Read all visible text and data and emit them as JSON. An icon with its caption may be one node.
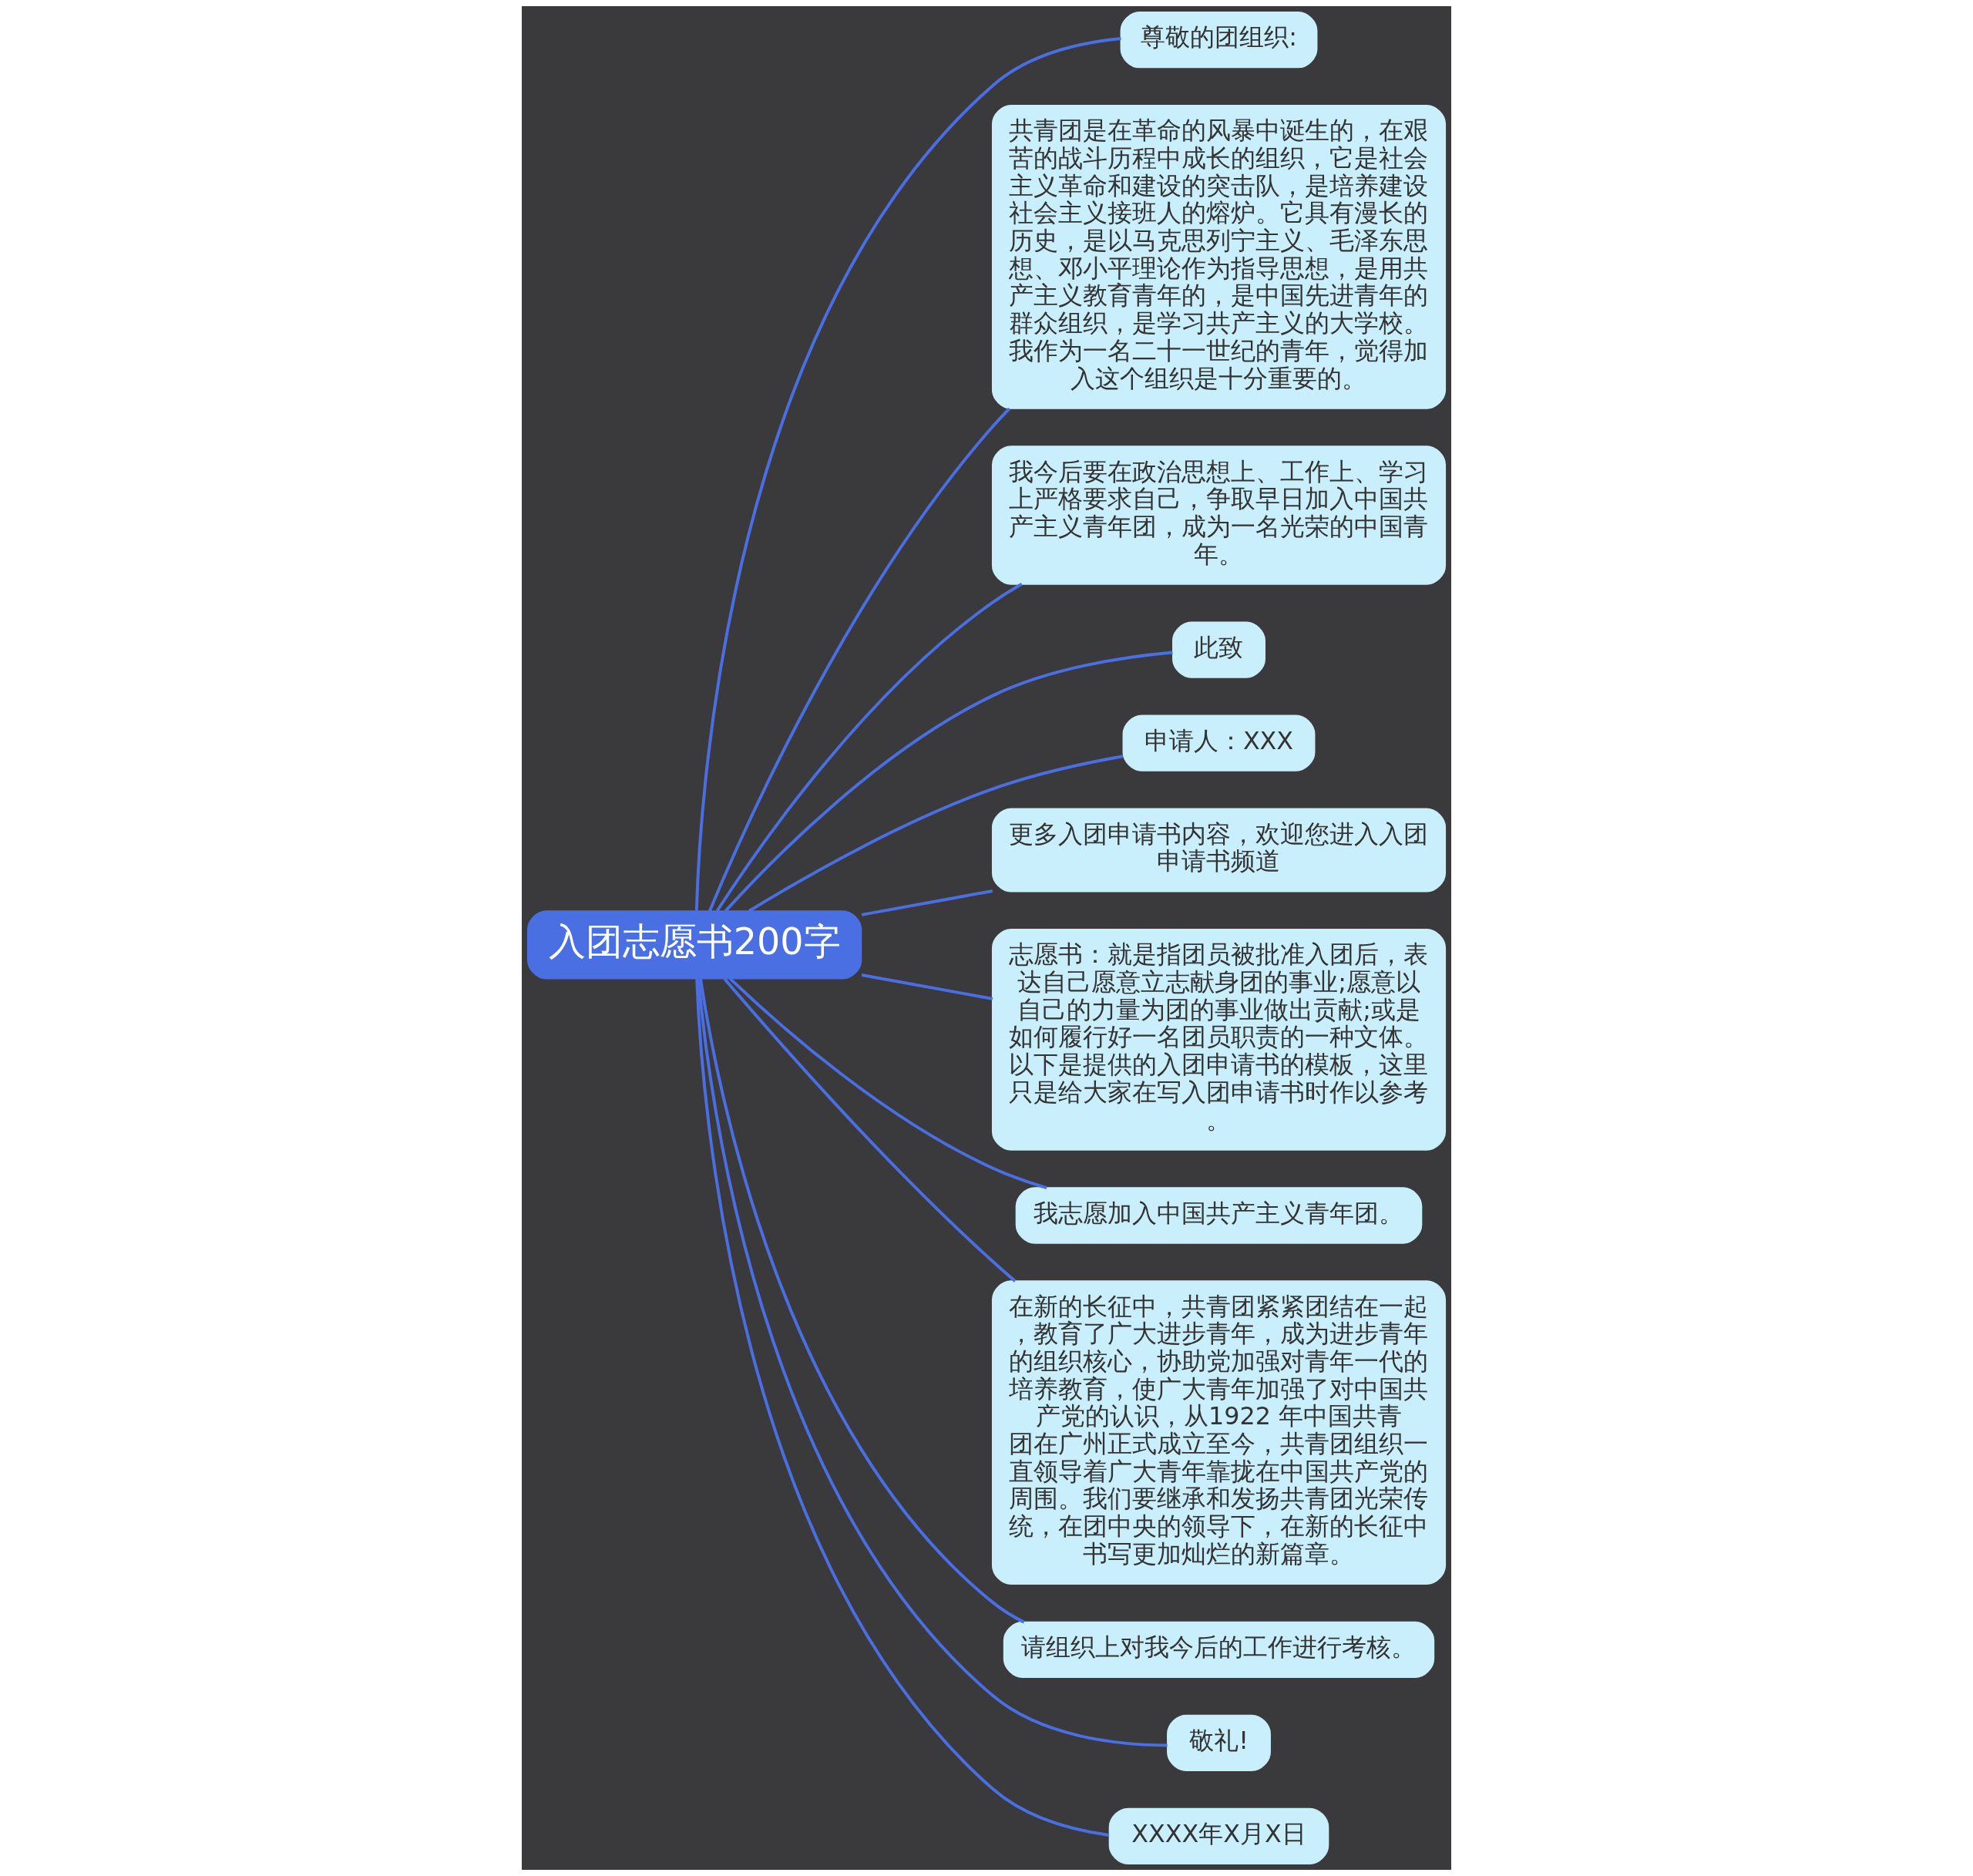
{
  "diagram": {
    "nodes": [
      {
        "text": [
          "入团志愿书200字"
        ]
      },
      {
        "text": [
          "尊敬的团组织:"
        ]
      },
      {
        "text": [
          "共青团是在革命的风暴中诞生的，在艰苦的战斗历程中成长的组织，它是社会主义革命和建设的突击队，是培养建设社会主义接班人的熔炉。它具有漫长的历史，是以马克思列宁主义、毛泽东思想、邓小平理论作为指导思想，是用共产主义教育青年的，是中国先进青年的群众组织，是学习共产主义的大学校。我作为一名二十一世纪的青年，觉得加入这个组织是十分重要的。"
        ]
      },
      {
        "text": [
          "我今后要在政治思想上、工作上、学习上严格要求自己，争取早日加入中国共产主义青年团，成为一名光荣的中国青年。"
        ]
      },
      {
        "text": [
          "此致"
        ]
      },
      {
        "text": [
          "申请人：XXX"
        ]
      },
      {
        "text": [
          "更多入团申请书内容，欢迎您进入入团申请书频道"
        ]
      },
      {
        "text": [
          "志愿书：就是指团员被批准入团后，表达自己愿意立志献身团的事业;愿意以自己的力量为团的事业做出贡献;或是如何履行好一名团员职责的一种文体。以下是提供的入团申请书的模板，这里只是给大家在写入团申请书时作以参考。"
        ]
      },
      {
        "text": [
          "我志愿加入中国共产主义青年团。"
        ]
      },
      {
        "text": [
          "在新的长征中，共青团紧紧团结在一起，教育了广大进步青年，成为进步青年的组织核心，协助党加强对青年一代的培养教育，使广大青年加强了对中国共产党的认识，从1922 年中国共青团在广州正式成立至今，共青团组织一直领导着广大青年靠拢在中国共产党的周围。我们要继承和发扬共青团光荣传统，在团中央的领导下，在新的长征中书写更加灿烂的新篇章。"
        ]
      },
      {
        "text": [
          "请组织上对我今后的工作进行考核。"
        ]
      },
      {
        "text": [
          "敬礼!"
        ]
      },
      {
        "text": [
          "XXXX年X月X日"
        ]
      }
    ],
    "edges": [
      {
        "from": 0,
        "to": 1,
        "arrow": "none"
      },
      {
        "from": 0,
        "to": 2,
        "arrow": "none"
      },
      {
        "from": 0,
        "to": 3,
        "arrow": "none"
      },
      {
        "from": 0,
        "to": 4,
        "arrow": "none"
      },
      {
        "from": 0,
        "to": 5,
        "arrow": "none"
      },
      {
        "from": 0,
        "to": 6,
        "arrow": "none"
      },
      {
        "from": 0,
        "to": 7,
        "arrow": "none"
      },
      {
        "from": 0,
        "to": 8,
        "arrow": "none"
      },
      {
        "from": 0,
        "to": 9,
        "arrow": "none"
      },
      {
        "from": 0,
        "to": 10,
        "arrow": "none"
      },
      {
        "from": 0,
        "to": 11,
        "arrow": "none"
      },
      {
        "from": 0,
        "to": 12,
        "arrow": "none"
      }
    ]
  }
}
